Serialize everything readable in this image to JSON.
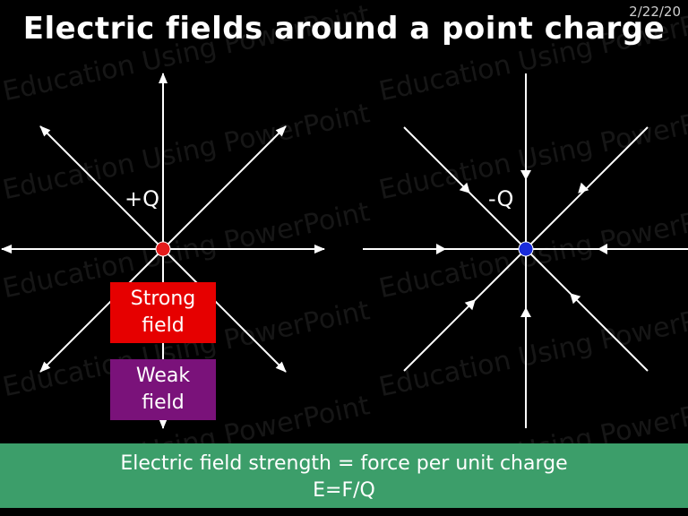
{
  "slide": {
    "date": "2/22/20",
    "title": "Electric fields around a point charge",
    "watermark": "Education Using PowerPoint"
  },
  "positive_charge": {
    "label": "+Q",
    "color": "#e41c1c",
    "field_direction": "outward"
  },
  "negative_charge": {
    "label": "-Q",
    "color": "#1a2cdc",
    "field_direction": "inward"
  },
  "boxes": {
    "strong": {
      "line1": "Strong",
      "line2": "field",
      "color": "#e60000"
    },
    "weak": {
      "line1": "Weak",
      "line2": "field",
      "color": "#7a127a"
    }
  },
  "footer": {
    "line1": "Electric field strength = force per unit charge",
    "line2": "E=F/Q",
    "color": "#3c9e6a"
  }
}
